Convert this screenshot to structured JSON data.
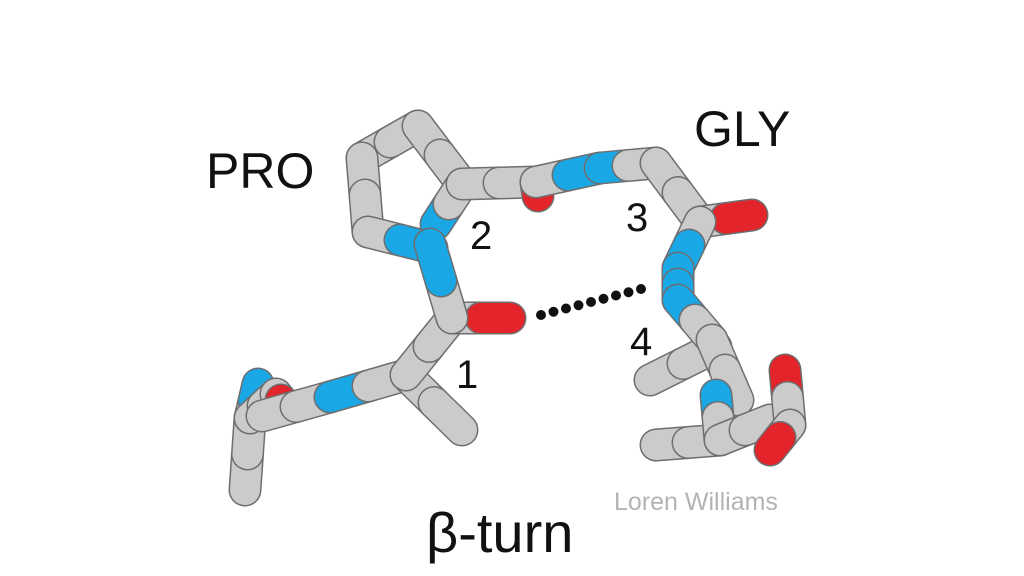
{
  "colors": {
    "carbon": "#cbcbcb",
    "nitrogen": "#1aa7e6",
    "oxygen": "#e3242b",
    "bond_outline": "#6e6e6e",
    "hbond": "#111111",
    "text": "#111111",
    "credit": "#b3b3b3"
  },
  "labels": {
    "residue_pro": "PRO",
    "residue_gly": "GLY",
    "position_1": "1",
    "position_2": "2",
    "position_3": "3",
    "position_4": "4",
    "title": "β-turn",
    "credit": "Loren Williams"
  }
}
